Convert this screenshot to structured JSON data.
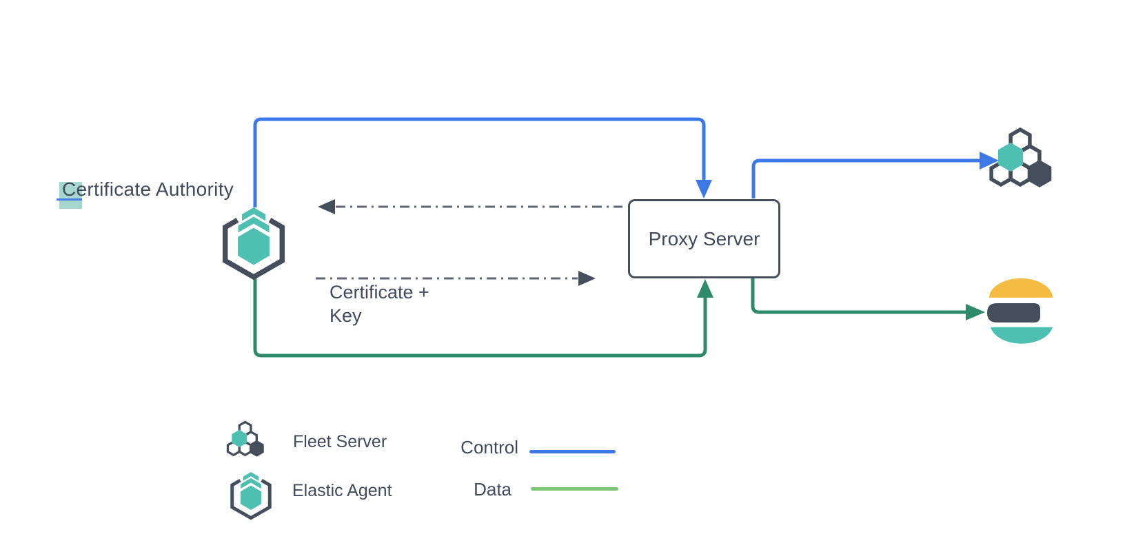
{
  "diagram": {
    "labels": {
      "certificate_authority": "Certificate Authority",
      "proxy_server": "Proxy Server",
      "certificate_key_line1": "Certificate +",
      "certificate_key_line2": "Key"
    },
    "legend": {
      "fleet_server_label": "Fleet Server",
      "elastic_agent_label": "Elastic Agent",
      "control_label": "Control",
      "data_label": "Data"
    },
    "icons": {
      "elastic_agent": "elastic-agent-icon",
      "fleet_server": "fleet-server-icon",
      "elasticsearch": "elasticsearch-icon"
    },
    "colors": {
      "control_blue": "#3C79E6",
      "data_green": "#2F8A6B",
      "legend_data_green": "#7CC674",
      "teal": "#4EC0B2",
      "dark_slate": "#454E5B",
      "es_yellow": "#F2BD42",
      "text": "#3F4A5A",
      "selection_teal": "#A5D6CF",
      "selection_blue": "#4A7CE8",
      "dashed_gray": "#5F6771"
    }
  }
}
